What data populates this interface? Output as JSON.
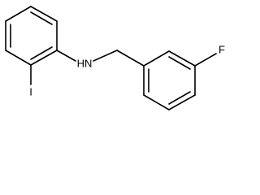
{
  "molecule": {
    "atoms": {
      "nh": "HN",
      "iodine": "I",
      "fluorine": "F"
    }
  },
  "colors": {
    "bond": "#000000",
    "background": "#ffffff"
  }
}
